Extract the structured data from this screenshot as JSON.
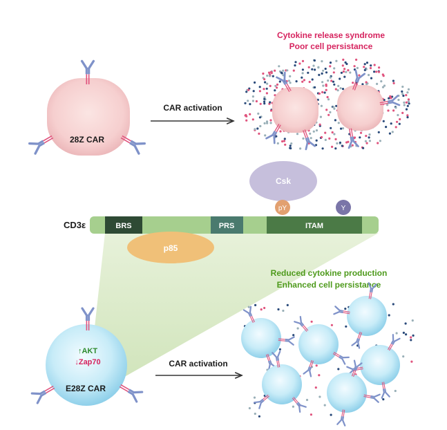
{
  "top": {
    "cell_label": "28Z CAR",
    "arrow_label": "CAR activation",
    "outcome_line1": "Cytokine release syndrome",
    "outcome_line2": "Poor cell persistance"
  },
  "middle": {
    "chain_label": "CD3ε",
    "domains": {
      "brs": "BRS",
      "prs": "PRS",
      "itam": "ITAM"
    },
    "p85": "p85",
    "csk": "Csk",
    "py": "pY",
    "y": "Y"
  },
  "bottom": {
    "cell_label": "E28Z CAR",
    "akt": "↑AKT",
    "zap70": "↓Zap70",
    "arrow_label": "CAR activation",
    "outcome_line1": "Reduced cytokine production",
    "outcome_line2": "Enhanced cell persistance"
  },
  "colors": {
    "red_text": "#d6245f",
    "green_text": "#4e9a1c",
    "bar_green": "#a6cf8e",
    "dark_green": "#2e4a34",
    "teal": "#4a7a6e",
    "itam_green": "#4b7a46",
    "p85_orange": "#f0c078",
    "csk_purple": "#c6bfdc",
    "py_orange": "#e2a070",
    "y_purple": "#7a75a8",
    "pink_cell": "#f8d2d2",
    "blue_cell": "#bfe6f5"
  }
}
